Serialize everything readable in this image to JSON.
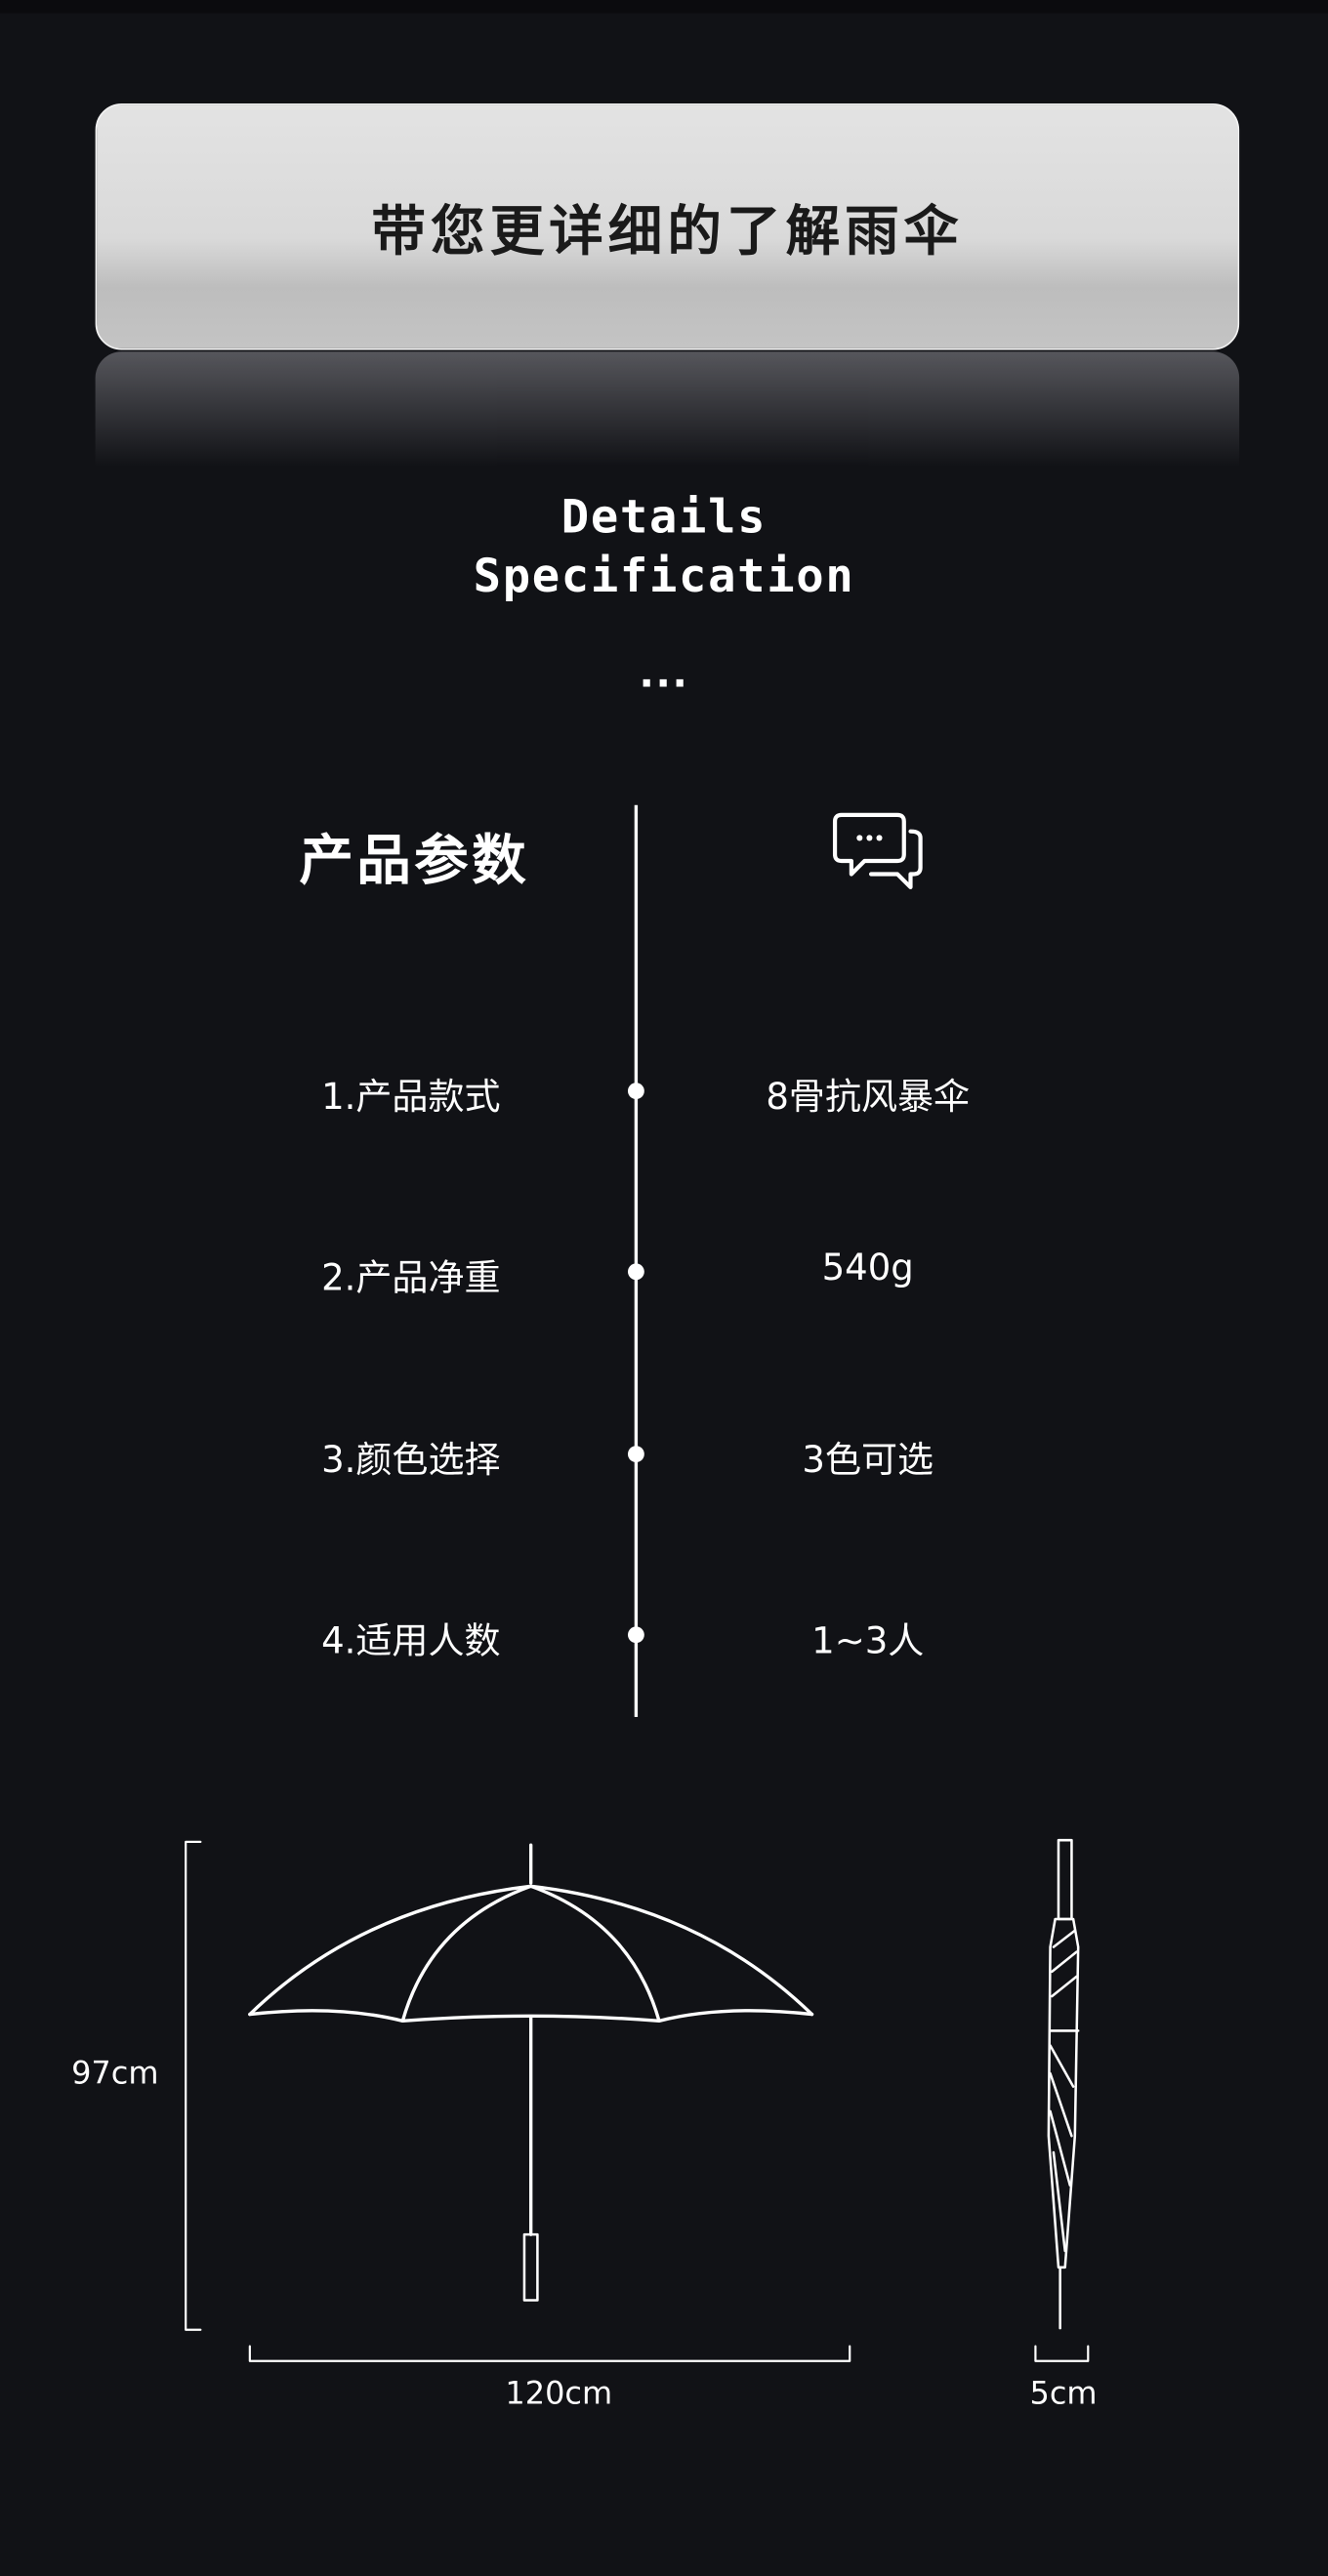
{
  "header": {
    "title": "带您更详细的了解雨伞"
  },
  "subtitle": {
    "line1": "Details",
    "line2": "Specification",
    "ellipsis": "..."
  },
  "params": {
    "title": "产品参数",
    "icon": "chat-bubbles-icon",
    "rows": [
      {
        "label": "1.产品款式",
        "value": "8骨抗风暴伞"
      },
      {
        "label": "2.产品净重",
        "value": "540g"
      },
      {
        "label": "3.颜色选择",
        "value": "3色可选"
      },
      {
        "label": "4.适用人数",
        "value": "1~3人"
      }
    ]
  },
  "dimensions": {
    "height": "97cm",
    "width": "120cm",
    "closed_width": "5cm"
  },
  "colors": {
    "background": "#111216",
    "card": "#d9d9d9",
    "text": "#ffffff"
  }
}
